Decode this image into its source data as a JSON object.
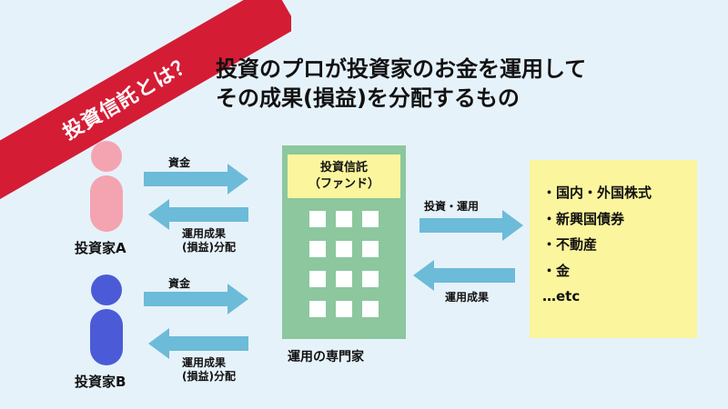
{
  "ribbon": {
    "text": "投資信託とは？",
    "color": "#d41c35"
  },
  "headline": {
    "line1": "投資のプロが投資家のお金を運用して",
    "line2": "その成果(損益)を分配するもの"
  },
  "investors": [
    {
      "label": "投資家A",
      "color": "#f4a4b1"
    },
    {
      "label": "投資家B",
      "color": "#4b5bd7"
    }
  ],
  "flows": {
    "capital": "資金",
    "distribution_line1": "運用成果",
    "distribution_line2": "(損益)分配",
    "investment": "投資・運用",
    "returns": "運用成果"
  },
  "fund": {
    "title_line1": "投資信託",
    "title_line2": "（ファンド）",
    "caption": "運用の専門家",
    "color": "#8cc79e"
  },
  "assets": {
    "items": [
      "・国内・外国株式",
      "・新興国債券",
      "・不動産",
      "・金",
      "…etc"
    ]
  },
  "colors": {
    "background": "#e6f2fa",
    "arrow": "#6cbbd8",
    "note": "#fbf59d"
  }
}
